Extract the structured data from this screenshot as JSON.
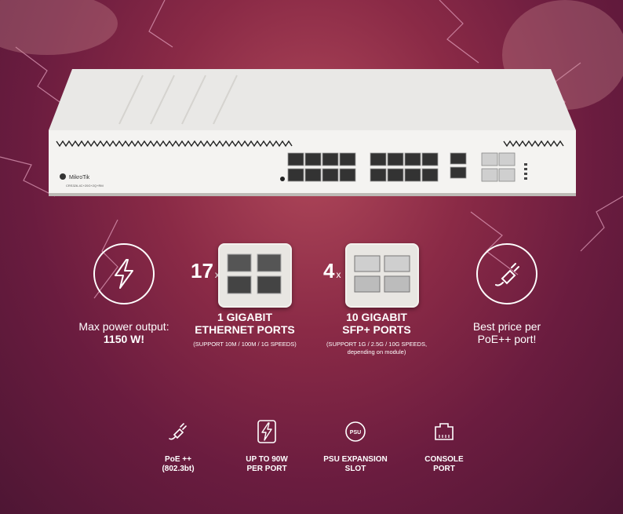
{
  "device": {
    "brand": "MikroTik",
    "model": "CRS326-4C+20G+2Q+RM"
  },
  "features": [
    {
      "icon": "lightning-icon",
      "line1": "Max power output:",
      "line2": "1150 W!"
    },
    {
      "count": "17",
      "times": "x",
      "title1": "1 GIGABIT",
      "title2": "ETHERNET PORTS",
      "note": "(SUPPORT 10M / 100M / 1G SPEEDS)"
    },
    {
      "count": "4",
      "times": "x",
      "title1": "10 GIGABIT",
      "title2": "SFP+ PORTS",
      "note1": "(SUPPORT 1G / 2.5G / 10G SPEEDS,",
      "note2": "depending on module)"
    },
    {
      "icon": "power-plug-icon",
      "line1": "Best price per",
      "line2": "PoE++ port!"
    }
  ],
  "bottom": [
    {
      "icon": "plug-icon",
      "line1": "PoE ++",
      "line2": "(802.3bt)"
    },
    {
      "icon": "power-bolt-icon",
      "line1": "UP TO 90W",
      "line2": "PER PORT"
    },
    {
      "icon": "psu-icon",
      "icon_text": "PSU",
      "line1": "PSU EXPANSION",
      "line2": "SLOT"
    },
    {
      "icon": "console-port-icon",
      "line1": "CONSOLE",
      "line2": "PORT"
    }
  ]
}
